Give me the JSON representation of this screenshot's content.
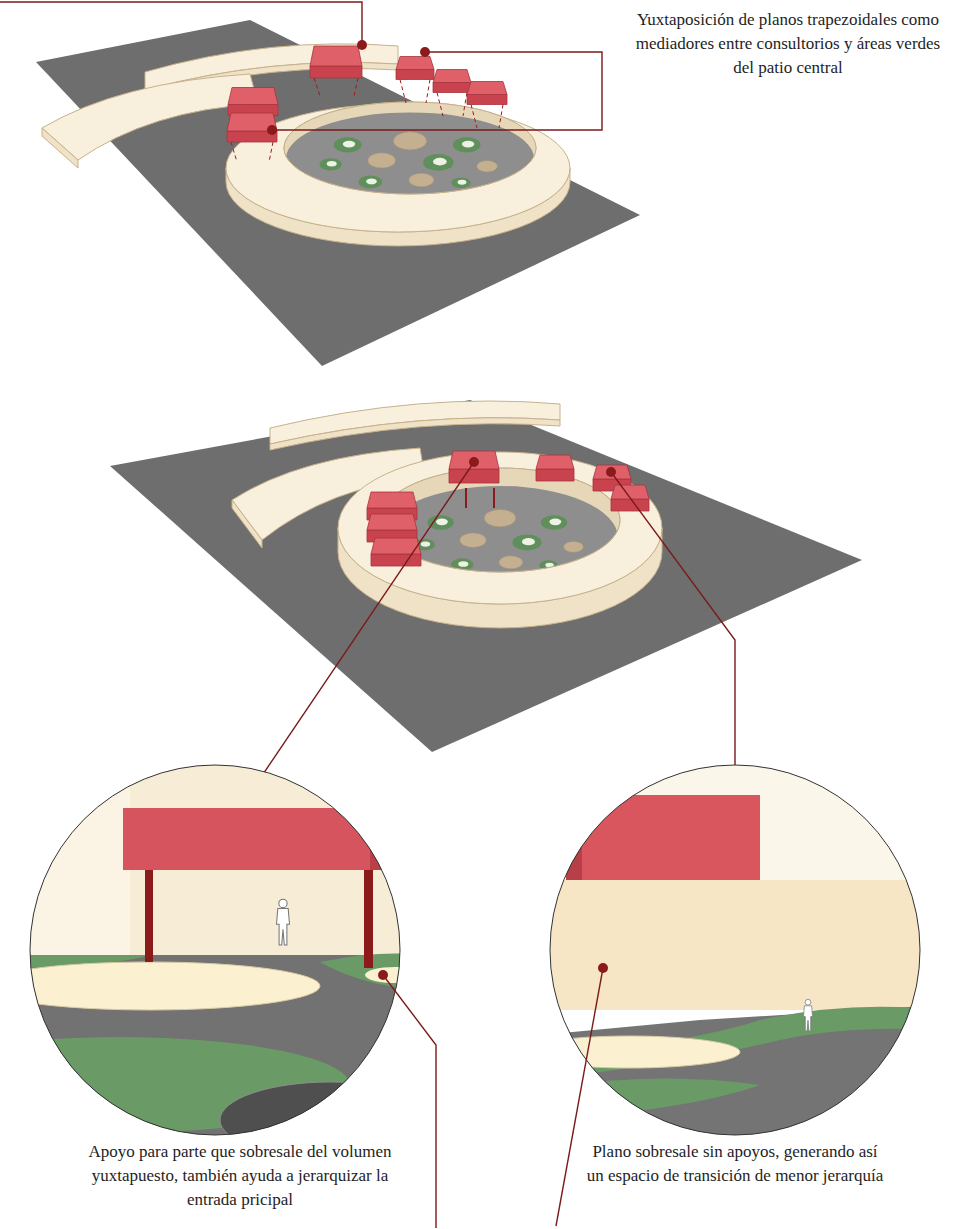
{
  "diagram": {
    "labels": [
      "Yuxtaposición de planos trapezoidales como mediadores entre consultorios y áreas verdes del patio central",
      "Apoyo para parte que sobresale del volumen yuxtapuesto, también ayuda a jerarquizar la entrada pricipal",
      "Plano sobresale sin apoyos, generando así un espacio de transición de menor jerarquía"
    ]
  }
}
